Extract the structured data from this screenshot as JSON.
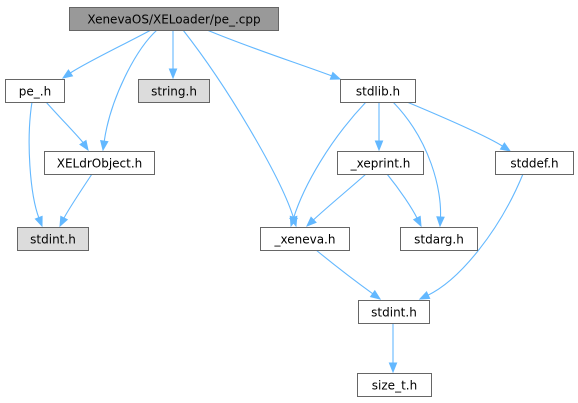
{
  "nodes": [
    {
      "id": "pe_cpp",
      "label": "XenevaOS/XELoader/pe_.cpp",
      "style": "root"
    },
    {
      "id": "pe_h",
      "label": "pe_.h",
      "style": "plain"
    },
    {
      "id": "string_h",
      "label": "string.h",
      "style": "external"
    },
    {
      "id": "stdlib_h",
      "label": "stdlib.h",
      "style": "plain"
    },
    {
      "id": "xeldrobject_h",
      "label": "XELdrObject.h",
      "style": "plain"
    },
    {
      "id": "xeprint_h",
      "label": "_xeprint.h",
      "style": "plain"
    },
    {
      "id": "stddef_h",
      "label": "stddef.h",
      "style": "plain"
    },
    {
      "id": "stdint_ext",
      "label": "stdint.h",
      "style": "external"
    },
    {
      "id": "xeneva_h",
      "label": "_xeneva.h",
      "style": "plain"
    },
    {
      "id": "stdarg_h",
      "label": "stdarg.h",
      "style": "plain"
    },
    {
      "id": "stdint_h",
      "label": "stdint.h",
      "style": "plain"
    },
    {
      "id": "size_t_h",
      "label": "size_t.h",
      "style": "plain"
    }
  ],
  "edges": [
    {
      "from": "pe_cpp",
      "to": "pe_h"
    },
    {
      "from": "pe_cpp",
      "to": "xeldrobject_h"
    },
    {
      "from": "pe_cpp",
      "to": "string_h"
    },
    {
      "from": "pe_cpp",
      "to": "xeneva_h"
    },
    {
      "from": "pe_cpp",
      "to": "stdlib_h"
    },
    {
      "from": "pe_h",
      "to": "xeldrobject_h"
    },
    {
      "from": "pe_h",
      "to": "stdint_ext"
    },
    {
      "from": "xeldrobject_h",
      "to": "stdint_ext"
    },
    {
      "from": "stdlib_h",
      "to": "xeneva_h"
    },
    {
      "from": "stdlib_h",
      "to": "xeprint_h"
    },
    {
      "from": "stdlib_h",
      "to": "stdarg_h"
    },
    {
      "from": "stdlib_h",
      "to": "stddef_h"
    },
    {
      "from": "xeprint_h",
      "to": "xeneva_h"
    },
    {
      "from": "xeprint_h",
      "to": "stdarg_h"
    },
    {
      "from": "xeneva_h",
      "to": "stdint_h"
    },
    {
      "from": "stddef_h",
      "to": "stdint_h"
    },
    {
      "from": "stdint_h",
      "to": "size_t_h"
    }
  ],
  "colors": {
    "edge": "#63b8ff",
    "root_fill": "#999999",
    "external_fill": "#dcdcdc",
    "border": "#666666"
  }
}
